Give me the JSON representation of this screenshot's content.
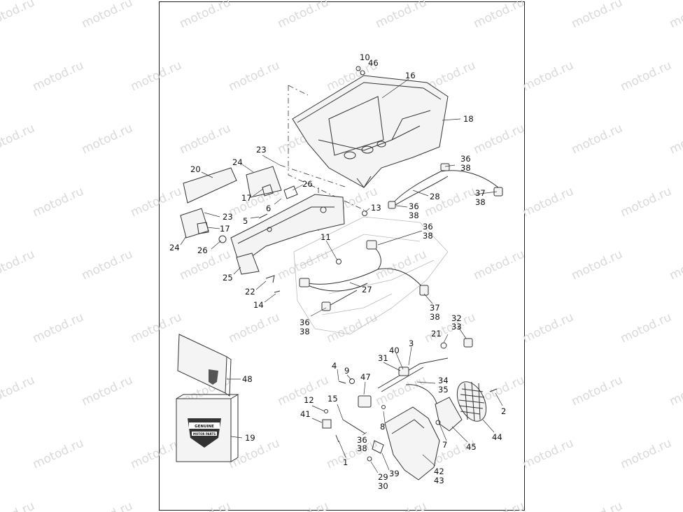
{
  "watermark": "motod.ru",
  "callouts": [
    "1",
    "2",
    "3",
    "4",
    "5",
    "6",
    "7",
    "8",
    "9",
    "10",
    "11",
    "12",
    "13",
    "14",
    "15",
    "16",
    "17",
    "18",
    "19",
    "20",
    "21",
    "22",
    "23",
    "24",
    "25",
    "26",
    "27",
    "28",
    "29",
    "30",
    "31",
    "32",
    "33",
    "34",
    "35",
    "36",
    "37",
    "38",
    "39",
    "40",
    "41",
    "42",
    "43",
    "44",
    "45",
    "46",
    "47",
    "48"
  ],
  "colors": {
    "line": "#333333",
    "watermark": "#d9d9d9",
    "background": "#ffffff"
  },
  "icons": {
    "book_logo": "genuine-motor-parts-shield",
    "book_emblem": "bar-and-shield"
  },
  "badge_text": [
    "GENUINE",
    "MOTOR PARTS"
  ]
}
